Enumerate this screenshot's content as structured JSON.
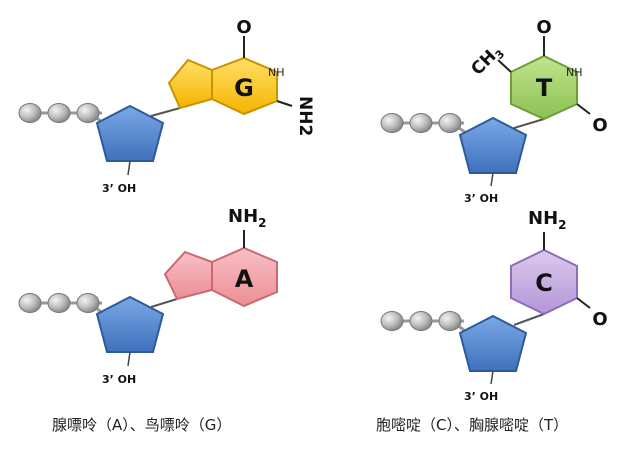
{
  "nucleotides": {
    "g": {
      "base_letter": "G",
      "top_group": "O",
      "ring_nh": "NH",
      "side_group": "NH2",
      "sugar_label": "3’ OH",
      "color": "#FFCC00"
    },
    "a": {
      "base_letter": "A",
      "amino_main": "NH",
      "amino_sub": "2",
      "sugar_label": "3’ OH",
      "color": "#F2A0A6"
    },
    "t": {
      "base_letter": "T",
      "methyl_main": "CH",
      "methyl_sub": "3",
      "top_group": "O",
      "ring_nh": "NH",
      "side_group": "O",
      "sugar_label": "3’ OH",
      "color": "#A6D36E"
    },
    "c": {
      "base_letter": "C",
      "amino_main": "NH",
      "amino_sub": "2",
      "side_group": "O",
      "sugar_label": "3’ OH",
      "color": "#C7ADE0"
    }
  },
  "captions": {
    "purines": "腺嘌呤（A）、鸟嘌呤（G）",
    "pyrimidines": "胞嘧啶（C）、胸腺嘧啶（T）"
  },
  "colors": {
    "sugar": "#5B8FD4",
    "phosphate": "#B9B9B9"
  }
}
